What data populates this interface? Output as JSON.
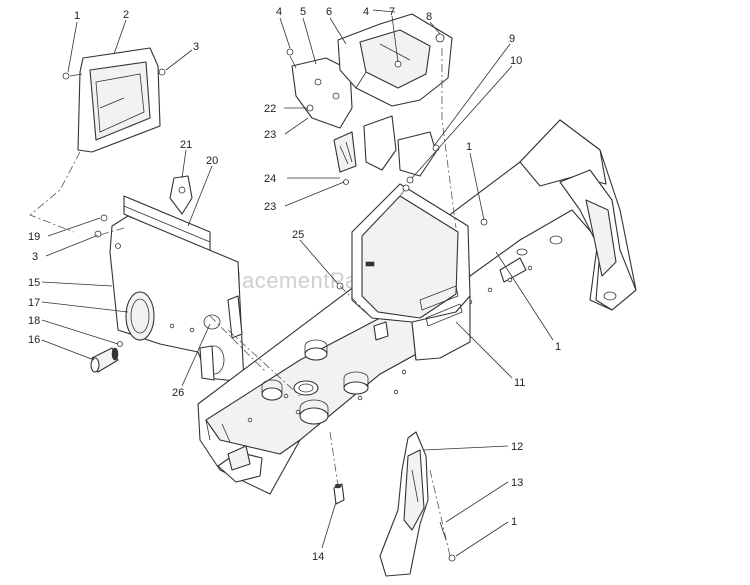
{
  "watermark": "eReplacementParts.com",
  "callouts": [
    {
      "id": "c1a",
      "text": "1"
    },
    {
      "id": "c2",
      "text": "2"
    },
    {
      "id": "c3a",
      "text": "3"
    },
    {
      "id": "c4a",
      "text": "4"
    },
    {
      "id": "c5",
      "text": "5"
    },
    {
      "id": "c6",
      "text": "6"
    },
    {
      "id": "c4b",
      "text": "4"
    },
    {
      "id": "c7",
      "text": "7"
    },
    {
      "id": "c8",
      "text": "8"
    },
    {
      "id": "c9",
      "text": "9"
    },
    {
      "id": "c10",
      "text": "10"
    },
    {
      "id": "c22",
      "text": "22"
    },
    {
      "id": "c23a",
      "text": "23"
    },
    {
      "id": "c21",
      "text": "21"
    },
    {
      "id": "c20",
      "text": "20"
    },
    {
      "id": "c24",
      "text": "24"
    },
    {
      "id": "c23b",
      "text": "23"
    },
    {
      "id": "c1b",
      "text": "1"
    },
    {
      "id": "c19",
      "text": "19"
    },
    {
      "id": "c3b",
      "text": "3"
    },
    {
      "id": "c25",
      "text": "25"
    },
    {
      "id": "c15",
      "text": "15"
    },
    {
      "id": "c17",
      "text": "17"
    },
    {
      "id": "c18",
      "text": "18"
    },
    {
      "id": "c16",
      "text": "16"
    },
    {
      "id": "c26",
      "text": "26"
    },
    {
      "id": "c1c",
      "text": "1"
    },
    {
      "id": "c11",
      "text": "11"
    },
    {
      "id": "c12",
      "text": "12"
    },
    {
      "id": "c13",
      "text": "13"
    },
    {
      "id": "c1d",
      "text": "1"
    },
    {
      "id": "c14",
      "text": "14"
    }
  ]
}
